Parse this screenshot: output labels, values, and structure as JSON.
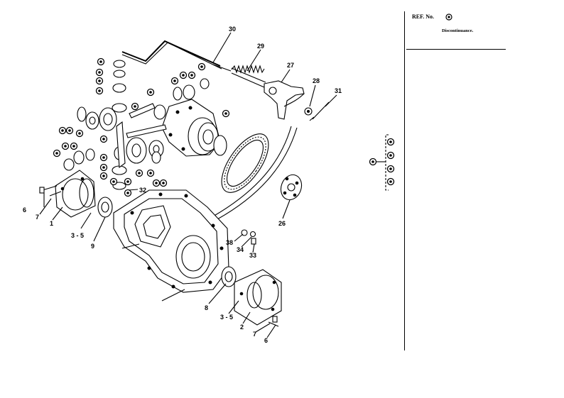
{
  "side_panel": {
    "ref_label": "REF. No.",
    "discontinued": "Discontinuance.",
    "group": {
      "left_marker_icon": "circled-number-icon",
      "markers": [
        "circled-number-icon",
        "circled-number-icon",
        "circled-number-icon",
        "circled-number-icon"
      ]
    }
  },
  "callouts": [
    {
      "id": "30",
      "label": "30"
    },
    {
      "id": "29",
      "label": "29"
    },
    {
      "id": "27",
      "label": "27"
    },
    {
      "id": "28",
      "label": "28"
    },
    {
      "id": "31",
      "label": "31"
    },
    {
      "id": "26",
      "label": "26"
    },
    {
      "id": "32",
      "label": "32"
    },
    {
      "id": "6a",
      "label": "6"
    },
    {
      "id": "7a",
      "label": "7"
    },
    {
      "id": "1",
      "label": "1"
    },
    {
      "id": "35a",
      "label": "3 - 5"
    },
    {
      "id": "9",
      "label": "9"
    },
    {
      "id": "38",
      "label": "38"
    },
    {
      "id": "34",
      "label": "34"
    },
    {
      "id": "33",
      "label": "33"
    },
    {
      "id": "8",
      "label": "8"
    },
    {
      "id": "35b",
      "label": "3 - 5"
    },
    {
      "id": "2",
      "label": "2"
    },
    {
      "id": "7b",
      "label": "7"
    },
    {
      "id": "6b",
      "label": "6"
    }
  ],
  "colors": {
    "ink": "#000000",
    "paper": "#ffffff"
  }
}
